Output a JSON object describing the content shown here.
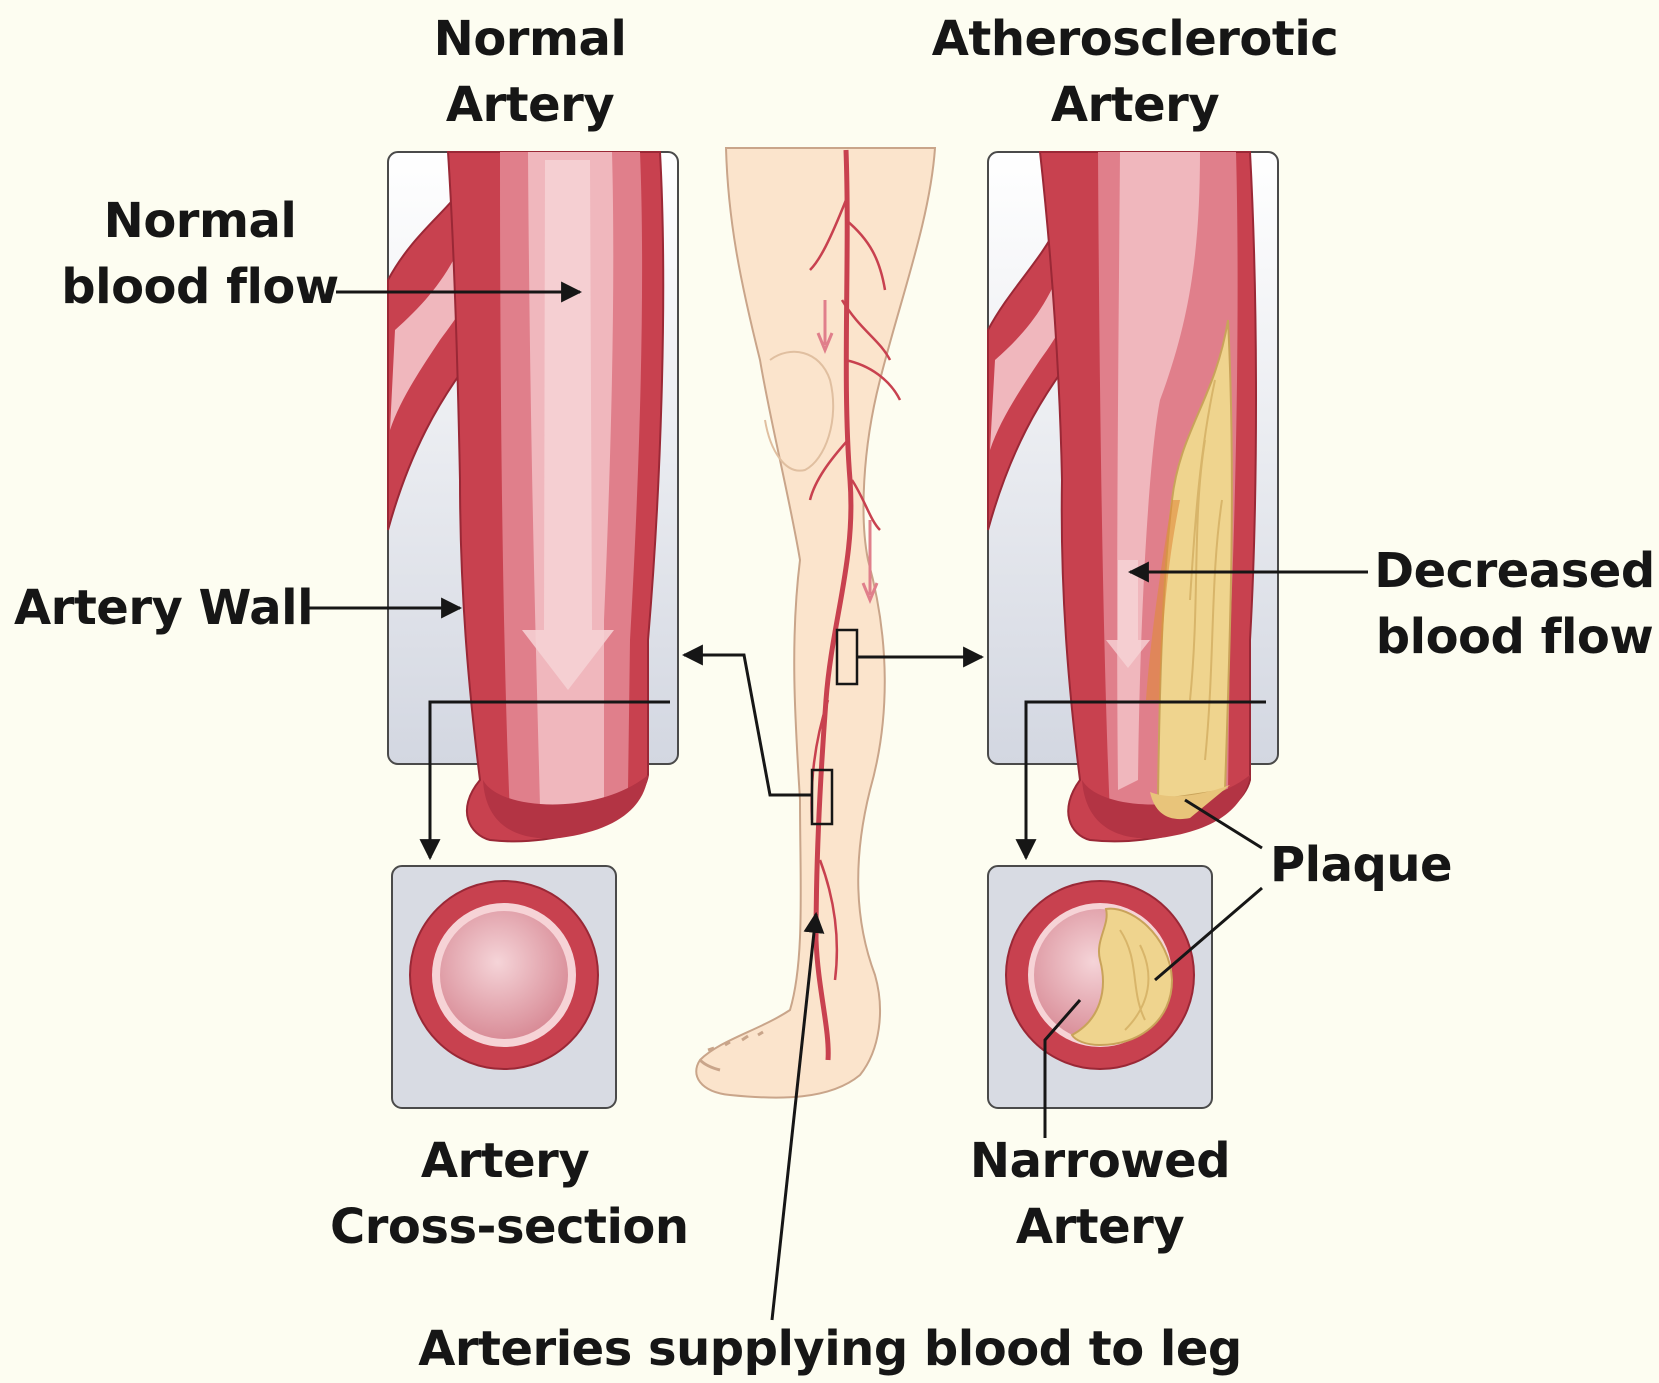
{
  "titles": {
    "normal_artery": [
      "Normal",
      "Artery"
    ],
    "atherosclerotic_artery": [
      "Atherosclerotic",
      "Artery"
    ]
  },
  "labels": {
    "normal_blood_flow": [
      "Normal",
      "blood flow"
    ],
    "artery_wall": "Artery Wall",
    "decreased_blood_flow": [
      "Decreased",
      "blood flow"
    ],
    "plaque": "Plaque",
    "artery_cross_section": [
      "Artery",
      "Cross-section"
    ],
    "narrowed_artery": [
      "Narrowed",
      "Artery"
    ],
    "arteries_supplying": "Arteries supplying blood to leg"
  },
  "colors": {
    "background": "#fdfdf1",
    "artery_red": "#c8414f",
    "artery_light": "#f0b7bd",
    "lumen_pink": "#e49aa3",
    "plaque_yellow": "#efd48e",
    "panel_fill": "#d8dbe3",
    "skin": "#fbe4cc"
  }
}
